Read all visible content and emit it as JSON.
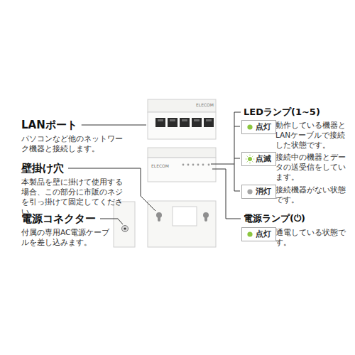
{
  "diagram": {
    "nodes": [
      {
        "text": [
          "点灯"
        ]
      },
      {
        "text": [
          "点滅"
        ]
      },
      {
        "text": [
          "消灯"
        ]
      },
      {
        "text": [
          "点灯"
        ]
      }
    ],
    "labels": [
      "LANポート",
      "パソコンなど他のネットワーク機器と接続します。",
      "壁掛け穴",
      "本製品を壁に掛けて使用する場合、この部分に市販のネジを引っ掛けて固定してください。",
      "電源コネクター",
      "付属の専用AC電源ケーブルを差し込みます。",
      "LEDランプ(1~5)",
      "動作している機器とLANケーブルで接続した状態です。",
      "接続中の機器とデータの送受信をしています。",
      "接続機器がない状態です。",
      "電源ランプ(⏻)",
      "通電している状態です。",
      "ELECOM",
      "ELECOM"
    ]
  }
}
